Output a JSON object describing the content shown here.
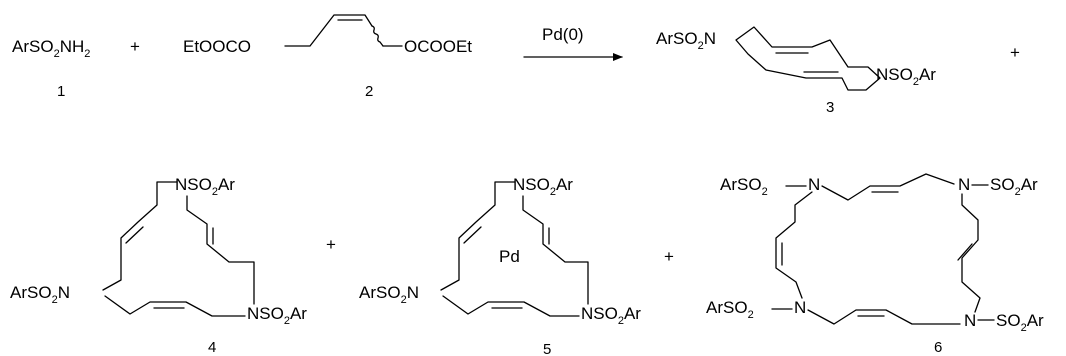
{
  "reaction_scheme": {
    "reactant_1": {
      "label_main": "ArSO",
      "label_sub1": "2",
      "label_mid": "NH",
      "label_sub2": "2",
      "number": "1"
    },
    "plus_1": "+",
    "reactant_2": {
      "left_group": "EtOOCO",
      "right_group": "OCOOEt",
      "number": "2"
    },
    "arrow": {
      "reagent": "Pd(0)"
    },
    "product_3": {
      "sub_a": "ArSO",
      "sub_a_sub": "2",
      "n_a": "N",
      "sub_b": "NSO",
      "sub_b_sub": "2",
      "sub_b_end": "Ar",
      "number": "3"
    },
    "plus_2": "+",
    "product_4": {
      "n1": "NSO",
      "n1_sub": "2",
      "n1_end": "Ar",
      "n2": "ArSO",
      "n2_sub": "2",
      "n2_end": "N",
      "n3": "NSO",
      "n3_sub": "2",
      "n3_end": "Ar",
      "number": "4"
    },
    "plus_3": "+",
    "product_5": {
      "n1": "NSO",
      "n1_sub": "2",
      "n1_end": "Ar",
      "n2": "ArSO",
      "n2_sub": "2",
      "n2_end": "N",
      "n3": "NSO",
      "n3_sub": "2",
      "n3_end": "Ar",
      "center": "Pd",
      "number": "5"
    },
    "plus_4": "+",
    "product_6": {
      "tl_group": "ArSO",
      "tl_sub": "2",
      "tl_n": "N",
      "tr_n": "N",
      "tr_group": "SO",
      "tr_sub": "2",
      "tr_end": "Ar",
      "bl_group": "ArSO",
      "bl_sub": "2",
      "bl_n": "N",
      "br_n": "N",
      "br_group": "SO",
      "br_sub": "2",
      "br_end": "Ar",
      "number": "6"
    }
  }
}
